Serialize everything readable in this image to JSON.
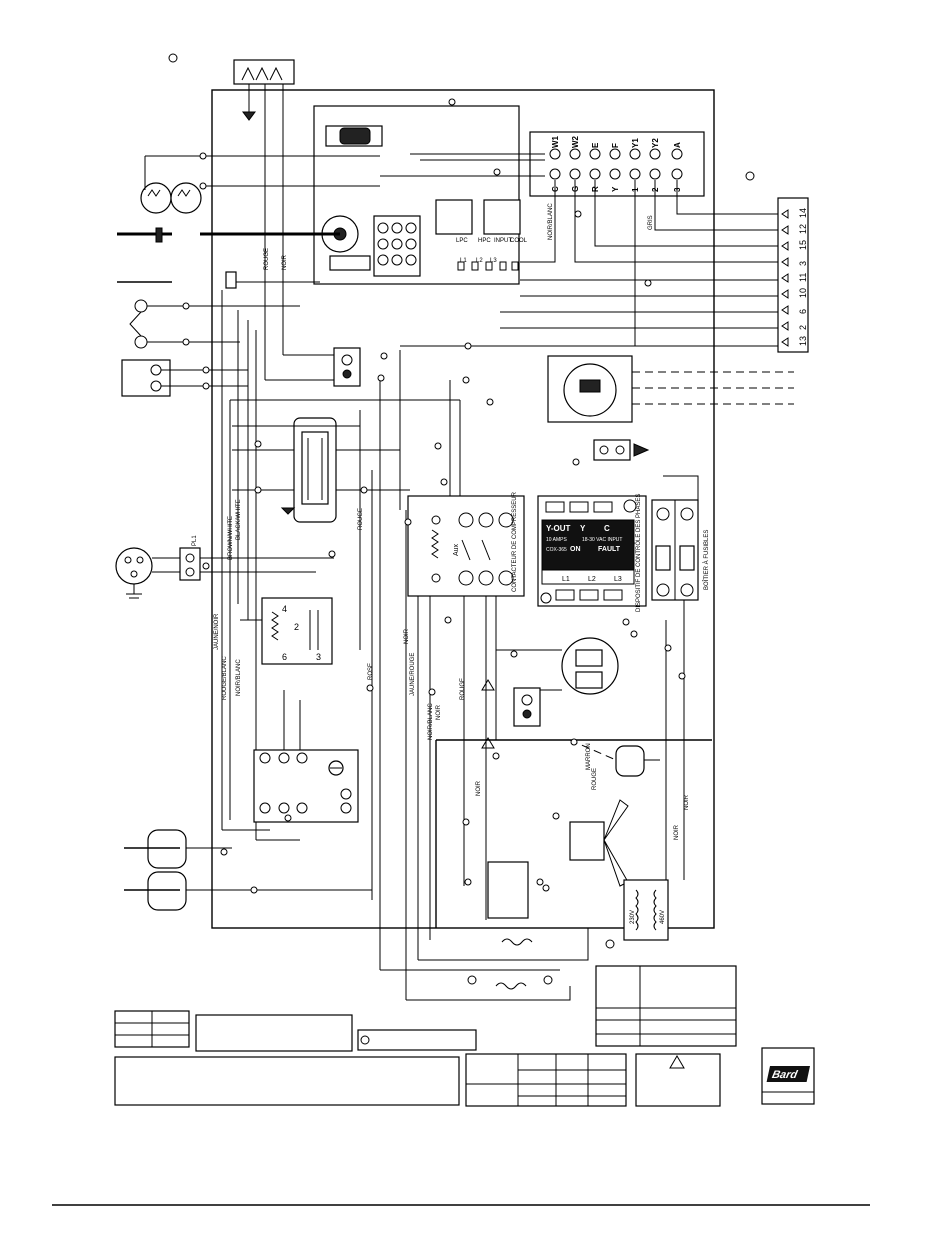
{
  "thermostat_terminals_top": [
    "W1",
    "W2",
    "E",
    "F",
    "Y1",
    "Y2",
    "A"
  ],
  "thermostat_terminals_bottom": [
    "C",
    "G",
    "R",
    "Y",
    "1",
    "2",
    "3"
  ],
  "plug_pins": [
    "14",
    "12",
    "15",
    "3",
    "11",
    "10",
    "6",
    "2",
    "13"
  ],
  "wire_labels": {
    "rouge": "ROUGE",
    "noir": "NOIR",
    "noir_blanc": "NOIR/BLANC",
    "gris": "GRIS",
    "brown_white": "BROWN/WHITE",
    "black_white": "BLACK/WHITE",
    "jaune_noir": "JAUNE/NOIR",
    "rouge_blanc": "ROUGE/BLANC",
    "rose": "ROSE",
    "jaune_rouge": "JAUNE/ROUGE",
    "marron": "MARRON"
  },
  "control_board_labels": [
    "LPC",
    "HPC",
    "INPUT",
    "COOL",
    "L1",
    "L2",
    "L3"
  ],
  "contactor": {
    "label": "CONTACTEUR DE COMPRESSEUR",
    "aux": "Aux"
  },
  "monitor": {
    "heading_cols": [
      "Y-OUT",
      "Y",
      "C"
    ],
    "ratings": [
      "10 AMPS",
      "18-30 VAC INPUT"
    ],
    "model": "COX-365",
    "status": "ON",
    "fault": "FAULT",
    "lines": [
      "L1",
      "L2",
      "L3"
    ],
    "side_label": "DISPOSITIF DE CONTRÔLE DES PHASES"
  },
  "fuse_block": {
    "label": "BOÎTIER À FUSIBLES"
  },
  "pl1": "PL1",
  "relay_pins": [
    "4",
    "2",
    "6",
    "3"
  ],
  "transformer_taps": [
    "230V",
    "460V"
  ],
  "logo": "Bard"
}
